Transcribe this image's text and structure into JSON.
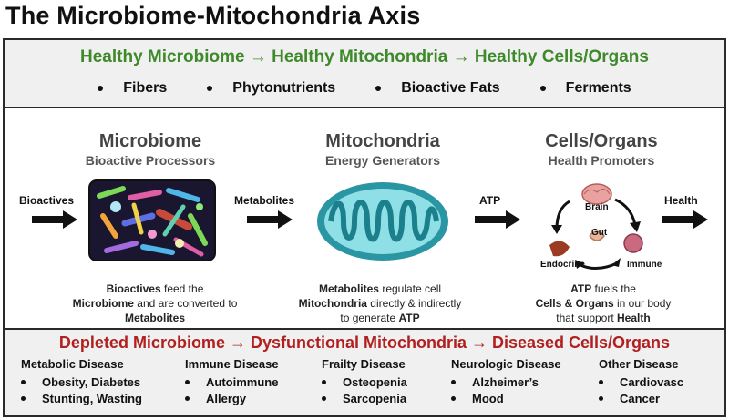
{
  "title": "The Microbiome-Mitochondria Axis",
  "healthy_heading": "Healthy Microbiome → Healthy Mitochondria → Healthy Cells/Organs",
  "nutrients": [
    "Fibers",
    "Phytonutrients",
    "Bioactive Fats",
    "Ferments"
  ],
  "columns": {
    "microbiome": {
      "title": "Microbiome",
      "subtitle": "Bioactive Processors"
    },
    "mitochondria": {
      "title": "Mitochondria",
      "subtitle": "Energy Generators"
    },
    "cells": {
      "title": "Cells/Organs",
      "subtitle": "Health Promoters"
    }
  },
  "flow": {
    "input": "Bioactives",
    "metabolites": "Metabolites",
    "atp": "ATP",
    "output": "Health"
  },
  "organs": {
    "brain": "Brain",
    "gut": "Gut",
    "endocrine": "Endocrine",
    "immune": "Immune"
  },
  "descriptions": {
    "microbiome": {
      "b1": "Bioactives",
      "t1": " feed the",
      "b2": "Microbiome",
      "t2": " and are converted to",
      "b3": "Metabolites"
    },
    "mitochondria": {
      "b1": "Metabolites",
      "t1": " regulate cell",
      "b2": "Mitochondria",
      "t2": " directly & indirectly",
      "t3": "to generate ",
      "b3": "ATP"
    },
    "cells": {
      "b1": "ATP",
      "t1": " fuels the",
      "b2": "Cells & Organs",
      "t2": "  in our body",
      "t3": "that support ",
      "b3": "Health"
    }
  },
  "diseased_heading": "Depleted Microbiome → Dysfunctional Mitochondria → Diseased Cells/Organs",
  "diseases": [
    {
      "title": "Metabolic Disease",
      "items": [
        "Obesity, Diabetes",
        "Stunting, Wasting"
      ]
    },
    {
      "title": "Immune Disease",
      "items": [
        "Autoimmune",
        "Allergy"
      ]
    },
    {
      "title": "Frailty Disease",
      "items": [
        "Osteopenia",
        "Sarcopenia"
      ]
    },
    {
      "title": "Neurologic Disease",
      "items": [
        "Alzheimer’s",
        "Mood"
      ]
    },
    {
      "title": "Other Disease",
      "items": [
        "Cardiovasc",
        "Cancer"
      ]
    }
  ],
  "colors": {
    "healthy": "#3e8a2a",
    "diseased": "#b11f1f",
    "mito": "#3bb7c4",
    "band": "#f0f0f0"
  }
}
